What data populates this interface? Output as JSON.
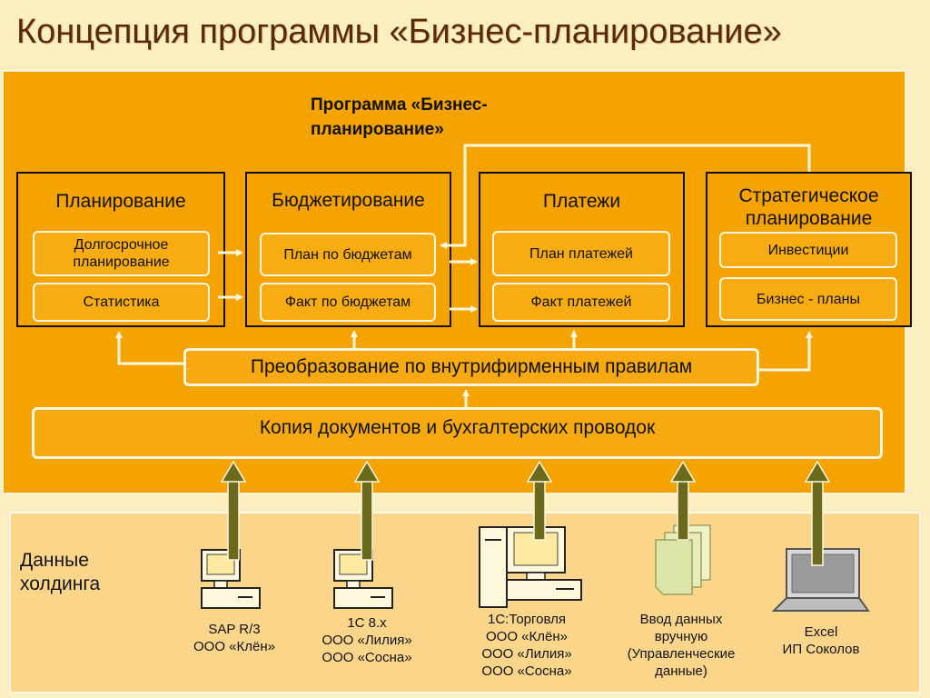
{
  "title": "Концепция программы «Бизнес-планирование»",
  "program": {
    "label_line1": "Программа «Бизнес-",
    "label_line2": "планирование»"
  },
  "modules": {
    "planning": {
      "title": "Планирование",
      "items": [
        "Долгосрочное планирование",
        "Статистика"
      ]
    },
    "budgeting": {
      "title": "Бюджетирование",
      "items": [
        "План по бюджетам",
        "Факт по бюджетам"
      ]
    },
    "payments": {
      "title": "Платежи",
      "items": [
        "План платежей",
        "Факт платежей"
      ]
    },
    "strategic": {
      "title_line1": "Стратегическое",
      "title_line2": "планирование",
      "items": [
        "Инвестиции",
        "Бизнес - планы"
      ]
    }
  },
  "transform_bar": "Преобразование по внутрифирменным правилам",
  "copy_bar": "Копия документов и бухгалтерских проводок",
  "holding_label_line1": "Данные",
  "holding_label_line2": "холдинга",
  "sources": [
    {
      "icon": "computer-icon",
      "lines": [
        "SAP R/3",
        "ООО «Клён»"
      ]
    },
    {
      "icon": "computer-icon",
      "lines": [
        "1С 8.х",
        "ООО «Лилия»",
        "ООО «Сосна»"
      ]
    },
    {
      "icon": "server-computer-icon",
      "lines": [
        "1С:Торговля",
        "ООО «Клён»",
        "ООО «Лилия»",
        "ООО «Сосна»"
      ]
    },
    {
      "icon": "documents-icon",
      "lines": [
        "Ввод данных",
        "вручную",
        "(Управленческие",
        "данные)"
      ]
    },
    {
      "icon": "laptop-icon",
      "lines": [
        "Excel",
        "ИП Соколов"
      ]
    }
  ],
  "colors": {
    "panel": "#f4a300",
    "background": "#fbeec0",
    "arrow_olive": "#6b6a1c",
    "title": "#5a2a08"
  }
}
